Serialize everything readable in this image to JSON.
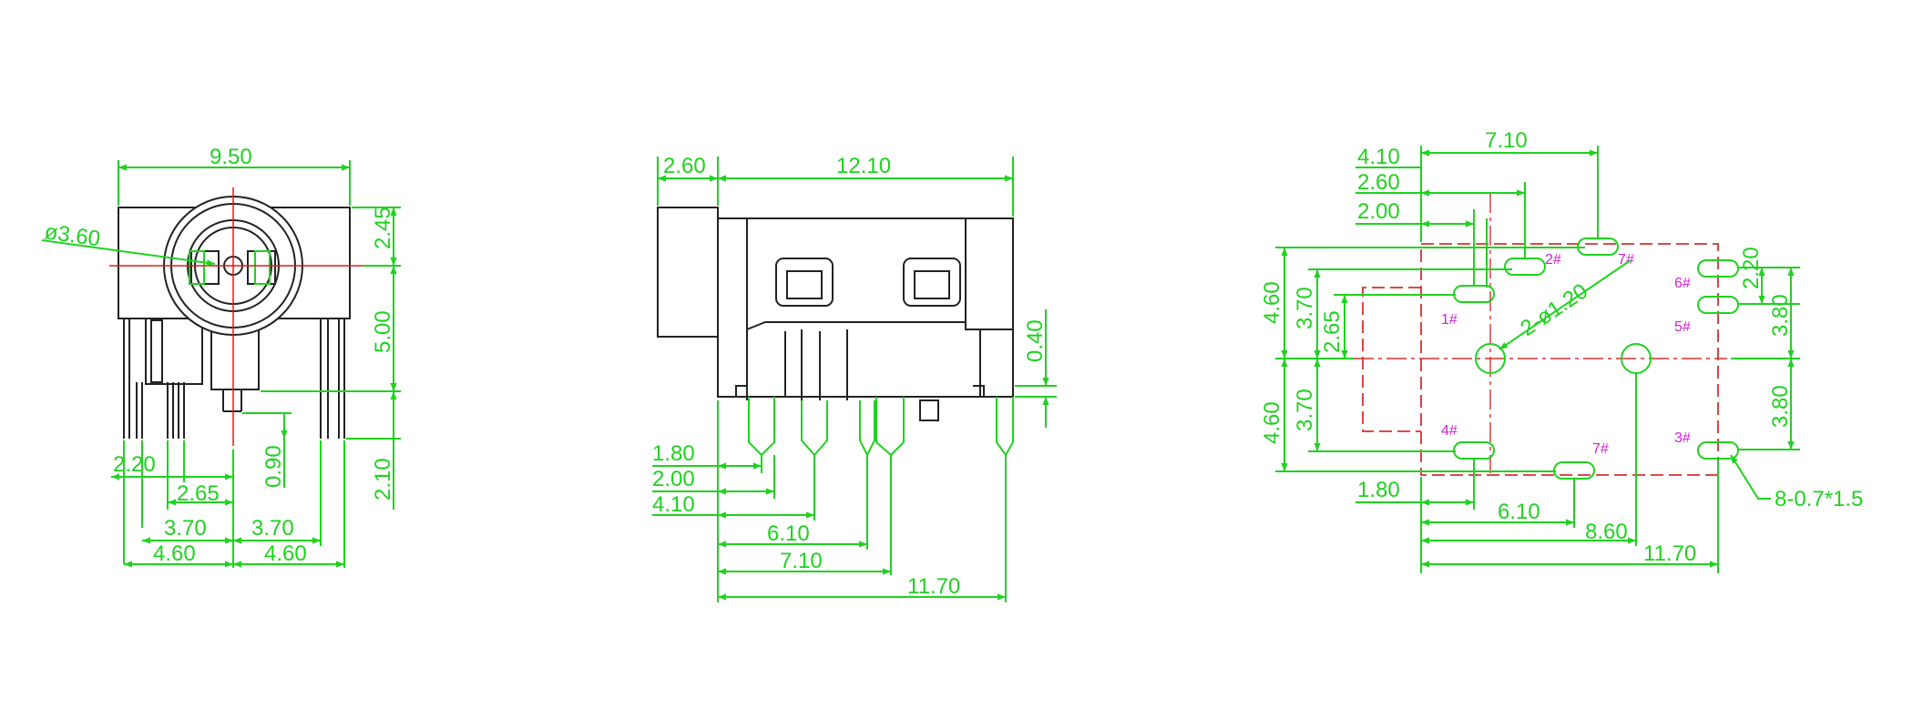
{
  "front_view": {
    "width": "9.50",
    "diameter": "ø3.60",
    "h1": "2.45",
    "h2": "5.00",
    "h3": "2.10",
    "d_090": "0.90",
    "d_220": "2.20",
    "d_265": "2.65",
    "d_370_left": "3.70",
    "d_370_right": "3.70",
    "d_460_left": "4.60",
    "d_460_right": "4.60"
  },
  "side_view": {
    "d_260": "2.60",
    "d_1210": "12.10",
    "d_040": "0.40",
    "d_180": "1.80",
    "d_200": "2.00",
    "d_410": "4.10",
    "d_610": "6.10",
    "d_710": "7.10",
    "d_1170": "11.70"
  },
  "footprint_view": {
    "top_410": "4.10",
    "top_710": "7.10",
    "top_260": "2.60",
    "top_200": "2.00",
    "left_460_top": "4.60",
    "left_370_top": "3.70",
    "left_265": "2.65",
    "left_460_bottom": "4.60",
    "left_370_bottom": "3.70",
    "right_220": "2.20",
    "right_380_top": "3.80",
    "right_380_bottom": "3.80",
    "hole_note": "2-ø1.20",
    "slot_note": "8-0.7*1.5",
    "bottom_180": "1.80",
    "bottom_610": "6.10",
    "bottom_860": "8.60",
    "bottom_1170": "11.70",
    "pins": {
      "p1": "1#",
      "p2": "2#",
      "p3": "3#",
      "p4": "4#",
      "p5": "5#",
      "p6": "6#",
      "p7a": "7#",
      "p7b": "7#"
    }
  },
  "colors": {
    "dimension": "#1fd21f",
    "outline": "#222222",
    "centerline": "#e01a1a",
    "pin_label": "#d21fd2"
  }
}
